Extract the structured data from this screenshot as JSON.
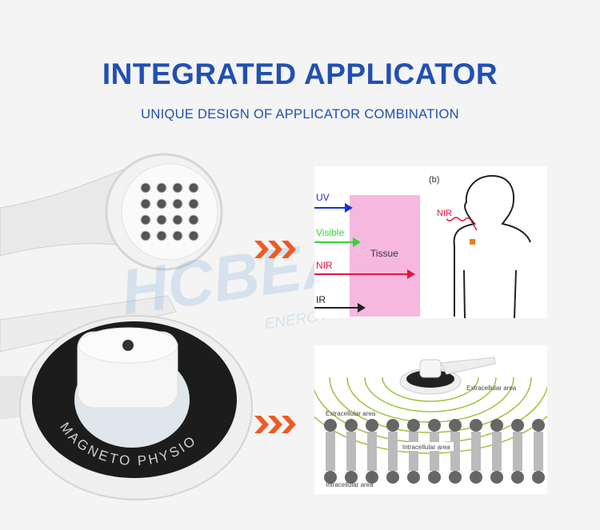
{
  "header": {
    "title": "INTEGRATED APPLICATOR",
    "subtitle": "UNIQUE DESIGN OF APPLICATOR COMBINATION"
  },
  "device": {
    "ring_text": "MAGNETO PHYSIO"
  },
  "light_panel": {
    "label_b": "(b)",
    "uv": "UV",
    "visible": "Visible",
    "nir": "NIR",
    "ir": "IR",
    "tissue": "Tissue",
    "body_nir": "NIR",
    "colors": {
      "uv": "#1a2fd6",
      "visible": "#33d633",
      "nir": "#e8143c",
      "ir": "#222222",
      "tissue": "#f7b8e0",
      "spot": "#f07a20"
    }
  },
  "magnetic_panel": {
    "extra_left": "Extracellular area",
    "extra_right": "Extracellular area",
    "intra_middle": "Intracellular area",
    "intra_bottom": "Intracellular area"
  },
  "watermark": {
    "brand": "HCBEAUTY",
    "slogan": "ENERGY TO BEAUTY"
  },
  "colors": {
    "title": "#2150b4",
    "arrow": "#f05a22",
    "field_lines": "#9cc43a"
  }
}
